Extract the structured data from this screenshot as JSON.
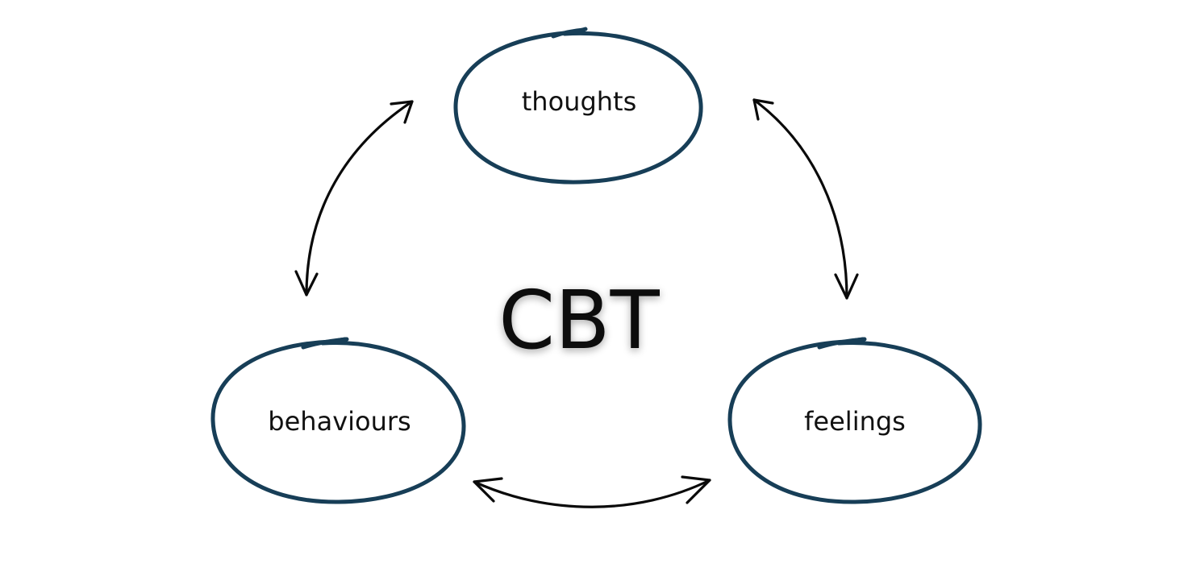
{
  "diagram": {
    "center_title": "CBT",
    "nodes": {
      "thoughts": "thoughts",
      "feelings": "feelings",
      "behaviours": "behaviours"
    },
    "edges": [
      {
        "from": "thoughts",
        "to": "feelings",
        "direction": "both"
      },
      {
        "from": "feelings",
        "to": "behaviours",
        "direction": "both"
      },
      {
        "from": "behaviours",
        "to": "thoughts",
        "direction": "both"
      }
    ],
    "colors": {
      "ring": "#173e57",
      "arrow": "#0a0a0a",
      "text": "#111111",
      "background": "#ffffff"
    }
  }
}
